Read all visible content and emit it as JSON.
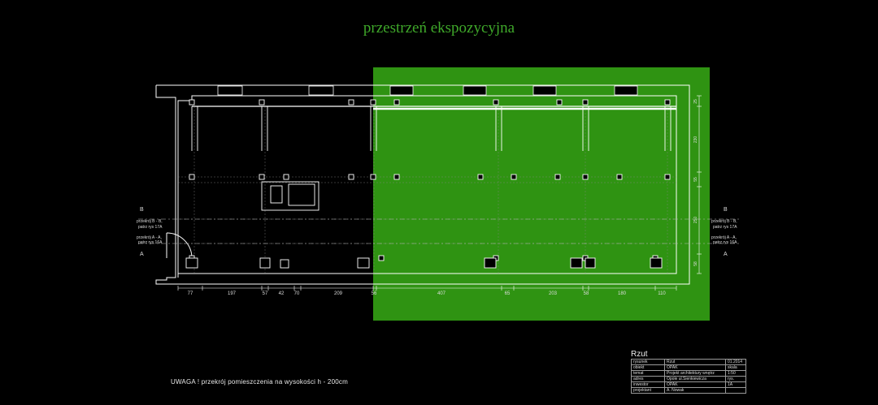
{
  "title": "przestrzeń ekspozycyjna",
  "note": "UWAGA !  przekrój pomieszczenia na wysokości h - 200cm",
  "colors": {
    "accent": "#3fa82a",
    "highlight": "#2f9312",
    "lines": "#ffffff",
    "background": "#000000"
  },
  "sections": {
    "B": {
      "letter": "B",
      "line1": "przekrój B - B,",
      "line2": "patrz rys 17A"
    },
    "A": {
      "letter": "A",
      "line1": "przekrój A - A,",
      "line2": "patrz rys 16A"
    }
  },
  "dimensions_bottom": [
    "77",
    "197",
    "57",
    "42",
    "70",
    "209",
    "56",
    "407",
    "65",
    "203",
    "58",
    "180",
    "110"
  ],
  "dimensions_right": [
    "25",
    "230",
    "55",
    "250",
    "58"
  ],
  "titleblock": {
    "heading": "Rzut",
    "rows": [
      {
        "label": "rysunek",
        "value": "Rzut",
        "right": "01.2014"
      },
      {
        "label": "obiekt",
        "value": "OPAK",
        "right": "skala"
      },
      {
        "label": "temat",
        "value": "Projekt architektury wnętrz",
        "right": "1:50"
      },
      {
        "label": "adres",
        "value": "Opole ul.Sienkiewicza",
        "right": "rys."
      },
      {
        "label": "inwestor",
        "value": "OPAK",
        "right": "1A"
      },
      {
        "label": "projektant",
        "value": "A. Nowak",
        "right": ""
      }
    ]
  }
}
